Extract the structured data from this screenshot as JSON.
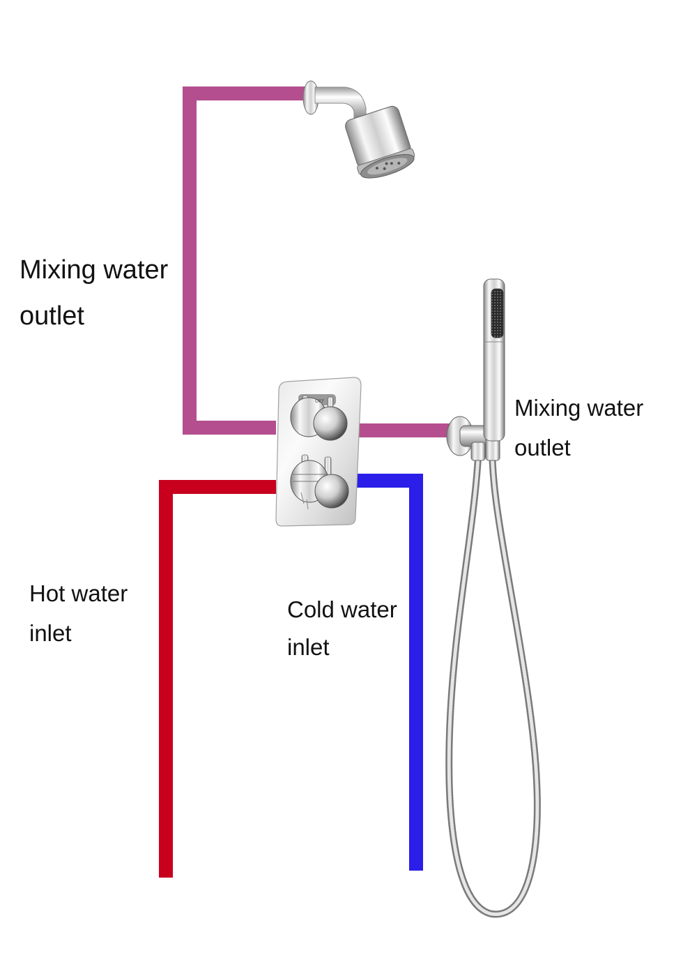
{
  "labels": {
    "mixing_outlet_left": [
      "Mixing water",
      "outlet"
    ],
    "mixing_outlet_right": [
      "Mixing water",
      "outlet"
    ],
    "hot_inlet": [
      "Hot water",
      "inlet"
    ],
    "cold_inlet": [
      "Cold water",
      "inlet"
    ]
  },
  "colors": {
    "mixing_pipe": "#b44e8e",
    "hot_pipe": "#c8001e",
    "cold_pipe": "#2a1ee8",
    "chrome_light": "#f4f4f4",
    "chrome_dark": "#6a6a6a",
    "background": "#ffffff"
  },
  "icons": [
    "shower-head-icon",
    "thermostatic-valve-icon",
    "hand-shower-icon",
    "shower-hose-icon"
  ]
}
